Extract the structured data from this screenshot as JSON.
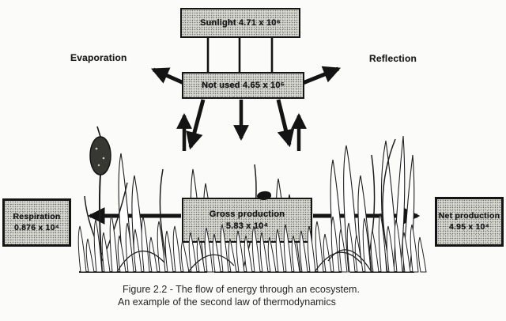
{
  "figure": {
    "boxes": {
      "sunlight": {
        "label": "Sunlight 4.71 x 10⁶"
      },
      "not_used": {
        "label": "Not used 4.65 x 10⁶"
      },
      "gross_production": {
        "line1": "Gross production",
        "line2": "5.83 x 10⁴"
      },
      "respiration": {
        "line1": "Respiration",
        "line2": "0.876 x 10⁴"
      },
      "net_production": {
        "line1": "Net production",
        "line2": "4.95 x 10⁴"
      }
    },
    "labels": {
      "evaporation": "Evaporation",
      "reflection": "Reflection"
    },
    "caption": {
      "line1": "Figure 2.2 - The flow of energy through an ecosystem.",
      "line2": "An example of the second law of thermodynamics"
    },
    "colors": {
      "background": "#fbfbfa",
      "line": "#141414",
      "box_fill": "#d9d9d3",
      "text": "#161616"
    }
  }
}
